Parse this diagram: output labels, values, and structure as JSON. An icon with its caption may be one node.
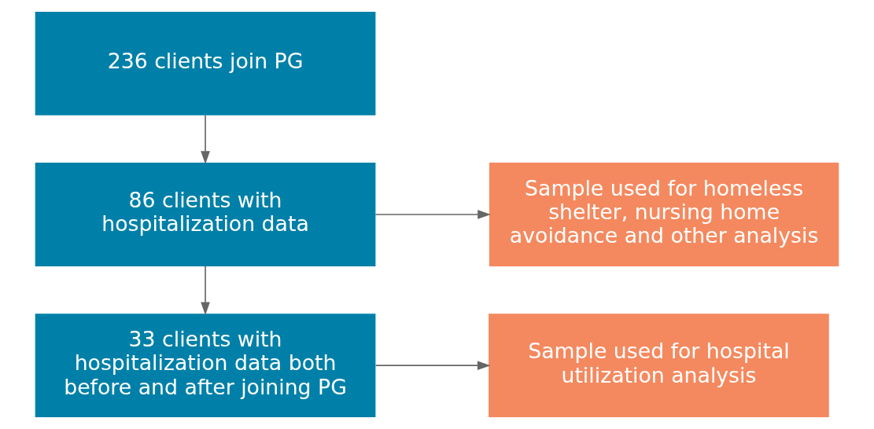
{
  "diagram": {
    "nodes": [
      {
        "text": [
          "236 clients join PG"
        ]
      },
      {
        "text": [
          "86 clients with hospitalization data"
        ]
      },
      {
        "text": [
          "Sample used for homeless shelter, nursing home avoidance and other analysis"
        ]
      },
      {
        "text": [
          "33 clients with hospitalization data both before and after joining PG"
        ]
      },
      {
        "text": [
          "Sample used for hospital utilization analysis"
        ]
      }
    ],
    "edges": [
      {
        "from": 0,
        "to": 1,
        "arrow": "to"
      },
      {
        "from": 1,
        "to": 2,
        "arrow": "to"
      },
      {
        "from": 1,
        "to": 3,
        "arrow": "to"
      },
      {
        "from": 3,
        "to": 4,
        "arrow": "to"
      }
    ]
  }
}
